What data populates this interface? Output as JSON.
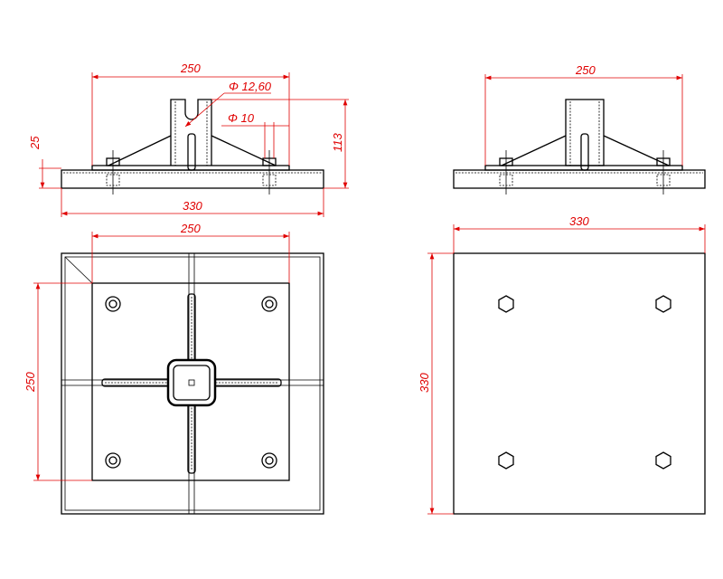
{
  "views": {
    "front": {
      "dim_top": "250",
      "dim_bottom": "330",
      "dim_height": "113",
      "dim_plate": "25",
      "dim_slot": "Φ 12,60",
      "dim_bolt": "Φ 10"
    },
    "side": {
      "dim_top": "250"
    },
    "plan": {
      "dim_h": "250",
      "dim_v": "250"
    },
    "bottom": {
      "dim_h": "330",
      "dim_v": "330"
    }
  },
  "colors": {
    "dimension": "#e00000",
    "line": "#000000"
  }
}
